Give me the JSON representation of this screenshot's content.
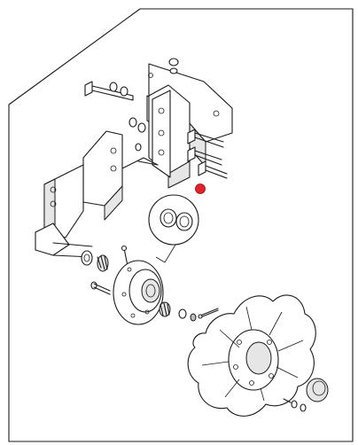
{
  "diagram": {
    "kind": "exploded-parts-view",
    "highlight_color": "#e8202a",
    "line_color": "#1a1a1a",
    "background": "#ffffff",
    "parts": [
      {
        "name": "frame-outline"
      },
      {
        "name": "mounting-bracket"
      },
      {
        "name": "hex-bolt"
      },
      {
        "name": "washer"
      },
      {
        "name": "spindle-arm"
      },
      {
        "name": "magnified-callout",
        "detail": "bushing-pair"
      },
      {
        "name": "highlighted-part-marker"
      },
      {
        "name": "inner-bearing"
      },
      {
        "name": "wheel-hub"
      },
      {
        "name": "outer-bearing"
      },
      {
        "name": "spindle-nut"
      },
      {
        "name": "cotter-pin"
      },
      {
        "name": "wheel-rim"
      },
      {
        "name": "hub-cap"
      },
      {
        "name": "lug-nut"
      }
    ]
  }
}
